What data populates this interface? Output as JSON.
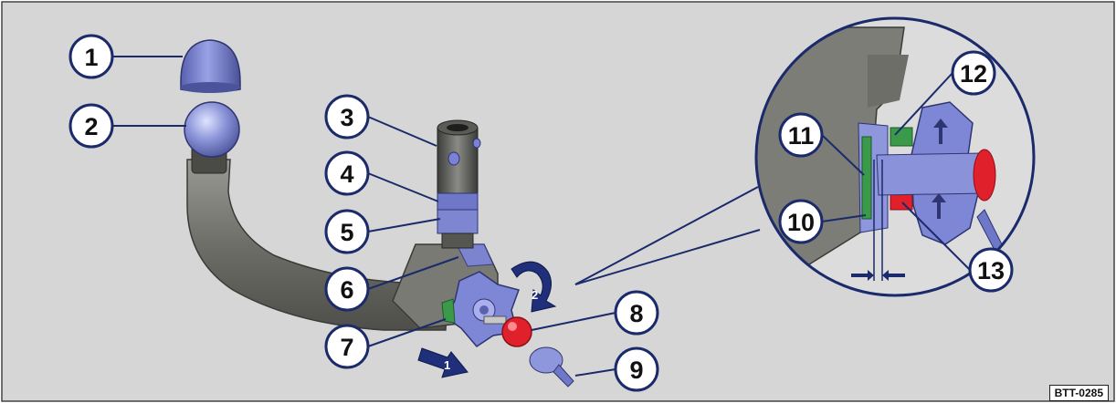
{
  "figure": {
    "code": "BTT-0285",
    "callouts": [
      "1",
      "2",
      "3",
      "4",
      "5",
      "6",
      "7",
      "8",
      "9",
      "10",
      "11",
      "12",
      "13"
    ],
    "rotation_arrows": [
      "1",
      "2"
    ]
  },
  "colors": {
    "background": "#d6d6d6",
    "steel": "#7f7f7a",
    "blue_part": "#6f78c8",
    "red_part": "#e0202a",
    "green_part": "#3a9a4a"
  }
}
